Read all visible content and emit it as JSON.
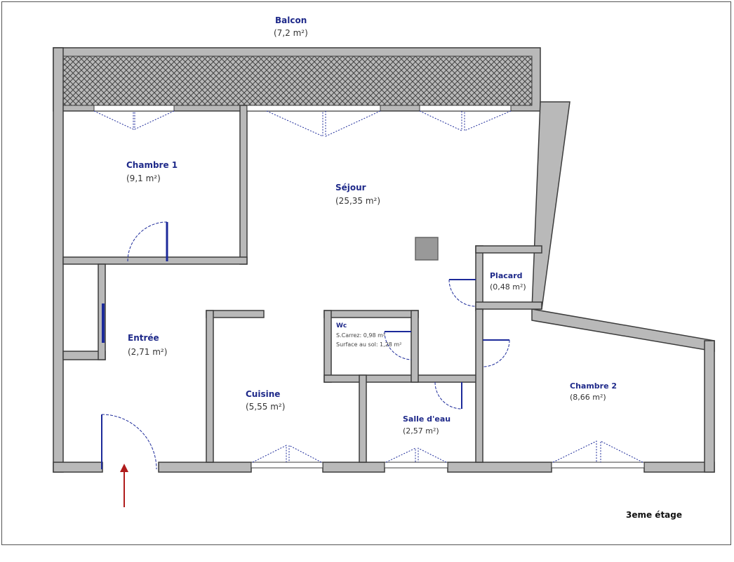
{
  "rooms": {
    "balcon": {
      "name": "Balcon",
      "area": "(7,2 m²)"
    },
    "chambre1": {
      "name": "Chambre 1",
      "area": "(9,1 m²)"
    },
    "sejour": {
      "name": "Séjour",
      "area": "(25,35 m²)"
    },
    "placard": {
      "name": "Placard",
      "area": "(0,48 m²)"
    },
    "wc": {
      "name": "Wc",
      "line1": "S.Carrez: 0,98 m²",
      "line2": "Surface au sol: 1,28 m²"
    },
    "entree": {
      "name": "Entrée",
      "area": "(2,71 m²)"
    },
    "cuisine": {
      "name": "Cuisine",
      "area": "(5,55 m²)"
    },
    "salle_eau": {
      "name": "Salle d'eau",
      "area": "(2,57 m²)"
    },
    "chambre2": {
      "name": "Chambre 2",
      "area": "(8,66 m²)"
    }
  },
  "floor_label": "3eme étage",
  "colors": {
    "wall": "#b9b9b9",
    "wall_stroke": "#3c3c3c",
    "label": "#1f2a8a",
    "door": "#1c2a9a",
    "arrow": "#b01c1c"
  }
}
